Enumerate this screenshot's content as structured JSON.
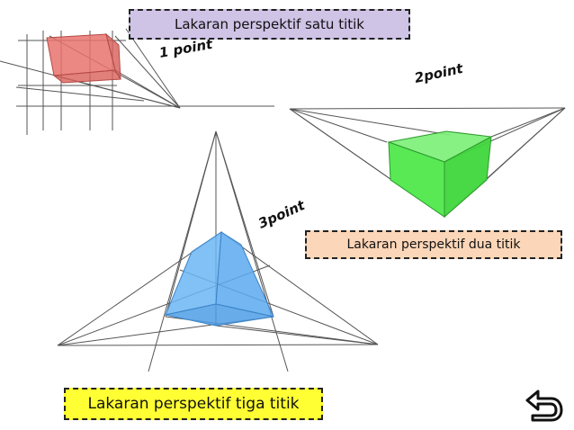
{
  "labels": {
    "one_point": "Lakaran perspektif satu titik",
    "two_point": "Lakaran perspektif dua titik",
    "three_point": "Lakaran perspektif tiga titik"
  },
  "notes": {
    "one_point": "1 point",
    "two_point": "2point",
    "three_point": "3point"
  },
  "colors": {
    "one_point_fill": "#e8736f",
    "two_point_fill": "#4fe84c",
    "three_point_fill": "#5aa9ef",
    "line": "#444444"
  },
  "icons": {
    "back": "u-turn-back-arrow-icon"
  }
}
